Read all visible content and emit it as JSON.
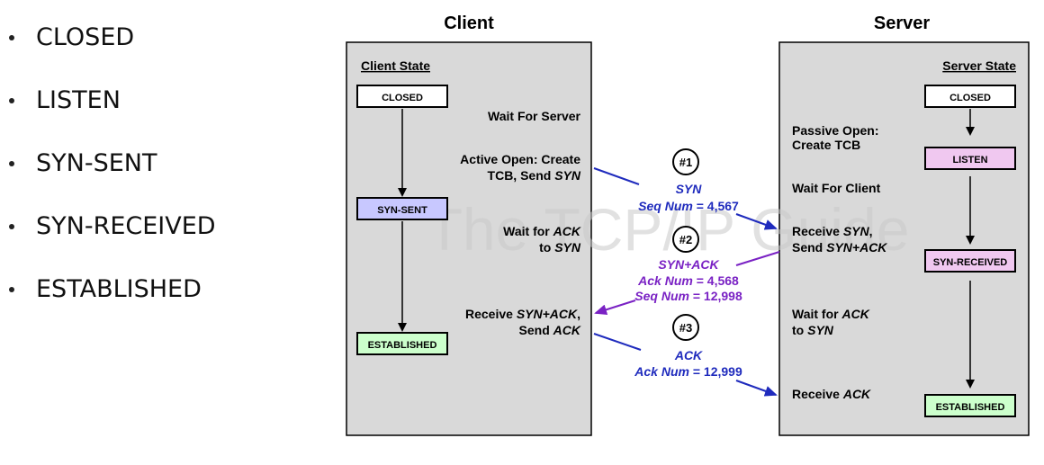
{
  "bullet_list": [
    "CLOSED",
    "LISTEN",
    "SYN-SENT",
    "SYN-RECEIVED",
    "ESTABLISHED"
  ],
  "diagram": {
    "client_title": "Client",
    "server_title": "Server",
    "watermark": "The TCP/IP Guide",
    "client_state_label": "Client State",
    "server_state_label": "Server State",
    "client_states": [
      "CLOSED",
      "SYN-SENT",
      "ESTABLISHED"
    ],
    "server_states": [
      "CLOSED",
      "LISTEN",
      "SYN-RECEIVED",
      "ESTABLISHED"
    ],
    "client_actions": {
      "wait_server": "Wait For Server",
      "active_open_1": "Active Open: Create",
      "active_open_2": "TCB, Send ",
      "active_open_2_em": "SYN",
      "wait_ack_1": "Wait for ",
      "wait_ack_1_em": "ACK",
      "wait_ack_2": "to ",
      "wait_ack_2_em": "SYN",
      "recv_synack_1": "Receive ",
      "recv_synack_1_em": "SYN+ACK",
      "recv_synack_1_tail": ",",
      "recv_synack_2": "Send ",
      "recv_synack_2_em": "ACK"
    },
    "server_actions": {
      "passive_open_1": "Passive Open:",
      "passive_open_2": "Create TCB",
      "wait_client": "Wait For Client",
      "recv_syn_1": "Receive ",
      "recv_syn_1_em": "SYN",
      "recv_syn_1_tail": ",",
      "recv_syn_2": "Send ",
      "recv_syn_2_em": "SYN+ACK",
      "wait_ack_1": "Wait for ",
      "wait_ack_1_em": "ACK",
      "wait_ack_2": "to ",
      "wait_ack_2_em": "SYN",
      "recv_ack": "Receive ",
      "recv_ack_em": "ACK"
    },
    "messages": [
      {
        "num": "#1",
        "name": "SYN",
        "lines": [
          [
            "Seq Num",
            " = 4,567"
          ]
        ],
        "color": "#1f2bbd"
      },
      {
        "num": "#2",
        "name": "SYN+ACK",
        "lines": [
          [
            "Ack Num",
            " = 4,568"
          ],
          [
            "Seq Num",
            " = 12,998"
          ]
        ],
        "color": "#7a22c4"
      },
      {
        "num": "#3",
        "name": "ACK",
        "lines": [
          [
            "Ack Num",
            " = 12,999"
          ]
        ],
        "color": "#1f2bbd"
      }
    ],
    "colors": {
      "panel": "#d9d9d9",
      "closed_box": "#ffffff",
      "syn_sent_box": "#c8c8ff",
      "listen_box": "#f0c8f0",
      "syn_received_box": "#f0c8f0",
      "established_box": "#ccffcc",
      "msg_blue": "#1f2bbd",
      "msg_purple": "#7a22c4"
    }
  }
}
